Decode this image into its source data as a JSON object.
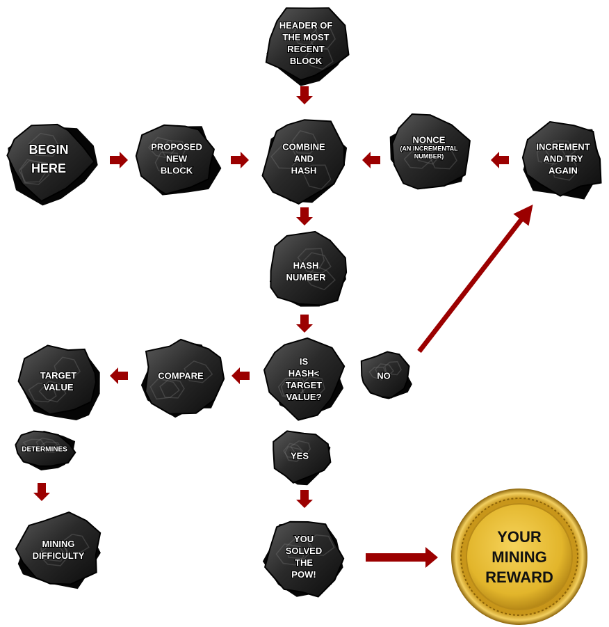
{
  "colors": {
    "arrow": "#9b0000",
    "rock_dark": "#141414",
    "rock_mid": "#3c3c3c",
    "rock_light": "#6e6e6e",
    "begin_text": "#d99a1a",
    "coin_gold": "#e2b52b",
    "coin_text": "#111111"
  },
  "nodes": {
    "header": {
      "lines": [
        "HEADER OF",
        "THE MOST",
        "RECENT",
        "BLOCK"
      ]
    },
    "begin": {
      "lines": [
        "BEGIN",
        "HERE"
      ]
    },
    "proposed": {
      "lines": [
        "PROPOSED",
        "NEW",
        "BLOCK"
      ]
    },
    "combine": {
      "lines": [
        "COMBINE",
        "AND",
        "HASH"
      ]
    },
    "nonce": {
      "lines": [
        "NONCE"
      ],
      "sub": "(AN INCREMENTAL",
      "sub2": "NUMBER)"
    },
    "increment": {
      "lines": [
        "INCREMENT",
        "AND TRY",
        "AGAIN"
      ]
    },
    "hashnum": {
      "lines": [
        "HASH",
        "NUMBER"
      ]
    },
    "ishash": {
      "lines": [
        "IS",
        "HASH<",
        "TARGET",
        "VALUE?"
      ]
    },
    "no": {
      "lines": [
        "NO"
      ]
    },
    "compare": {
      "lines": [
        "COMPARE"
      ]
    },
    "target": {
      "lines": [
        "TARGET",
        "VALUE"
      ]
    },
    "determines": {
      "lines": [
        "DETERMINES"
      ]
    },
    "difficulty": {
      "lines": [
        "MINING",
        "DIFFICULTY"
      ]
    },
    "yes": {
      "lines": [
        "YES"
      ]
    },
    "solved": {
      "lines": [
        "YOU",
        "SOLVED",
        "THE",
        "POW!"
      ]
    },
    "reward": {
      "lines": [
        "YOUR",
        "MINING",
        "REWARD"
      ]
    }
  }
}
